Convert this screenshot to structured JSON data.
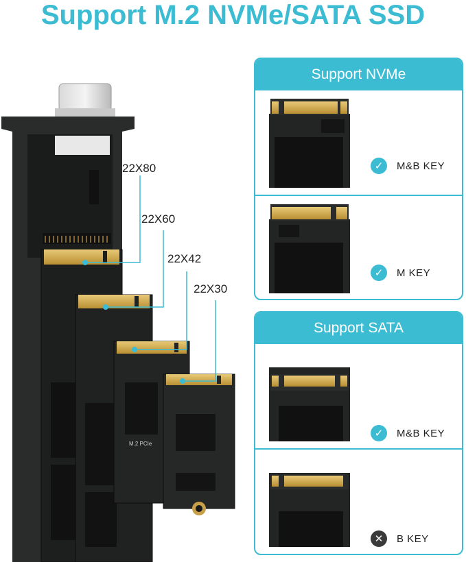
{
  "headline": "Support M.2 NVMe/SATA SSD",
  "sizes": [
    "22X80",
    "22X60",
    "22X42",
    "22X30"
  ],
  "nvme_panel": {
    "title": "Support NVMe",
    "items": [
      {
        "key_label": "M&B KEY",
        "supported": true
      },
      {
        "key_label": "M KEY",
        "supported": true
      }
    ]
  },
  "sata_panel": {
    "title": "Support SATA",
    "items": [
      {
        "key_label": "M&B KEY",
        "supported": true
      },
      {
        "key_label": "B KEY",
        "supported": false
      }
    ]
  },
  "board_marking": "M.2 PCIe",
  "colors": {
    "accent": "#3cbcd3",
    "pcb": "#1b1c1c",
    "gold": "#d6b25a",
    "unsupported": "#3a3a3a"
  },
  "icons": {
    "supported": "check-circle-icon",
    "unsupported": "cross-circle-icon"
  }
}
